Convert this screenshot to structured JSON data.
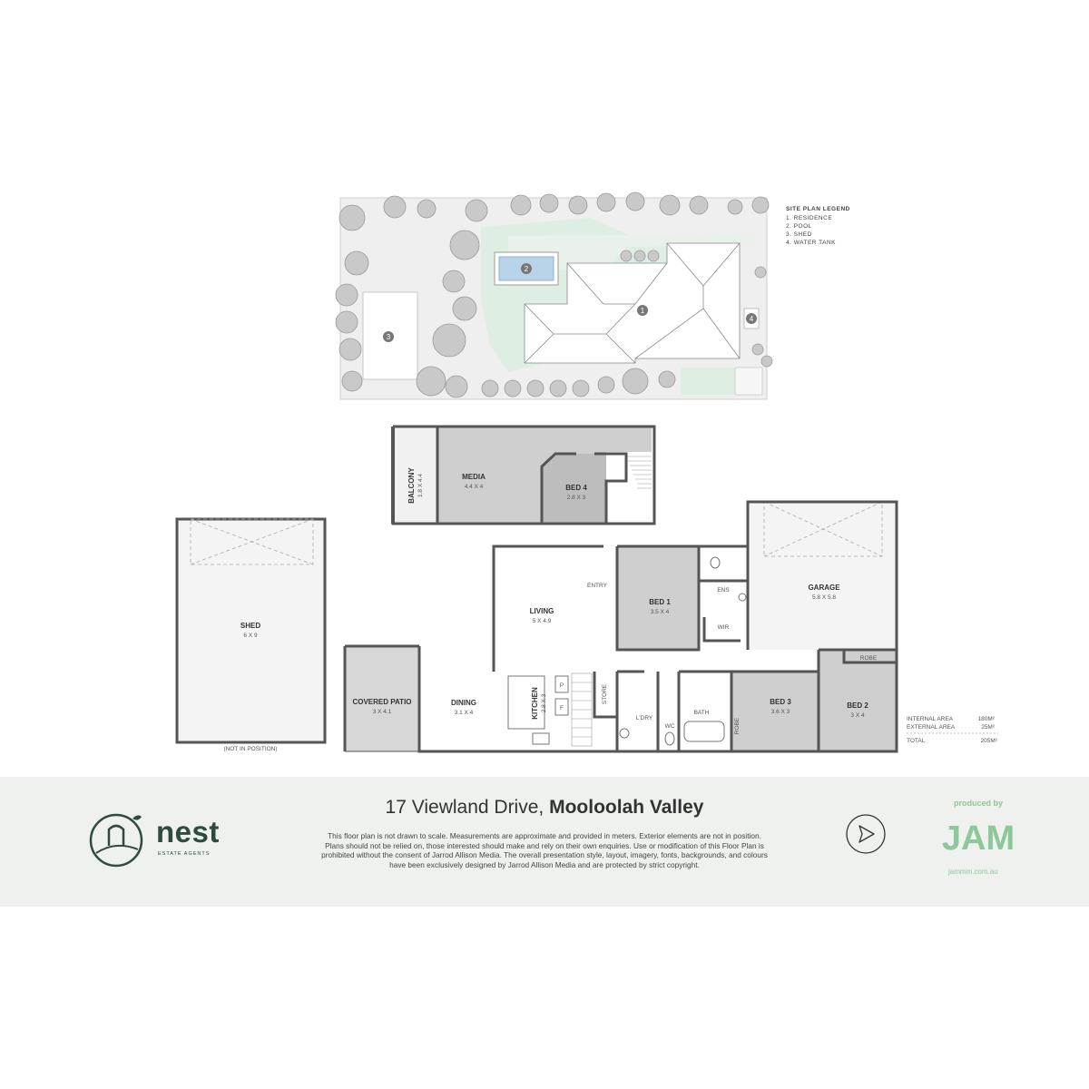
{
  "legend": {
    "title": "SITE PLAN LEGEND",
    "items": [
      "1. RESIDENCE",
      "2. POOL",
      "3. SHED",
      "4. WATER TANK"
    ]
  },
  "site_markers": [
    "1",
    "2",
    "3",
    "4"
  ],
  "rooms": {
    "balcony": {
      "name": "BALCONY",
      "dim": "1.8 X 4.4"
    },
    "media": {
      "name": "MEDIA",
      "dim": "4.4 X 4"
    },
    "bed4": {
      "name": "BED 4",
      "dim": "2.8 X 3"
    },
    "shed": {
      "name": "SHED",
      "dim": "6 X 9"
    },
    "living": {
      "name": "LIVING",
      "dim": "5 X 4.9"
    },
    "entry": {
      "name": "ENTRY"
    },
    "bed1": {
      "name": "BED 1",
      "dim": "3.5 X 4"
    },
    "ens": {
      "name": "ENS"
    },
    "wir": {
      "name": "WIR"
    },
    "garage": {
      "name": "GARAGE",
      "dim": "5.8 X 5.8"
    },
    "covered_patio": {
      "name": "COVERED PATIO",
      "dim": "3 X 4.1"
    },
    "dining": {
      "name": "DINING",
      "dim": "3.1 X 4"
    },
    "kitchen": {
      "name": "KITCHEN",
      "dim": "2.8 X 3"
    },
    "p": {
      "name": "P"
    },
    "f": {
      "name": "F"
    },
    "store": {
      "name": "STORE"
    },
    "ldry": {
      "name": "L'DRY"
    },
    "wc": {
      "name": "WC"
    },
    "bath": {
      "name": "BATH"
    },
    "robe3": {
      "name": "ROBE"
    },
    "bed3": {
      "name": "BED 3",
      "dim": "3.6 X 3"
    },
    "robe2": {
      "name": "ROBE"
    },
    "bed2": {
      "name": "BED 2",
      "dim": "3 X 4"
    }
  },
  "shed_note": "(NOT IN POSITION)",
  "areas": {
    "internal_label": "INTERNAL AREA",
    "internal_value": "180M²",
    "external_label": "EXTERNAL AREA",
    "external_value": "25M²",
    "total_label": "TOTAL",
    "total_value": "205M²"
  },
  "footer": {
    "address_street": "17 Viewland Drive,",
    "address_suburb": "Mooloolah Valley",
    "disclaimer": "This floor plan is not drawn to scale. Measurements are approximate and provided in meters. Exterior elements are not in position. Plans should not be relied on, those interested should make and rely on their own enquiries. Use or modification of this Floor Plan is prohibited without the consent of Jarrod Allison Media. The overall presentation style, layout, imagery, fonts, backgrounds, and colours have been exclusively designed by Jarrod Allison Media and are protected by strict copyright.",
    "brand_name": "nest",
    "brand_sub": "ESTATE AGENTS",
    "produced_by": "produced by",
    "jam_letters": "JAM",
    "jam_url": "jammm.com.au"
  },
  "colors": {
    "wall": "#555555",
    "room_grey": "#cfcfcf",
    "garden_green": "#dfeee2",
    "brand_green": "#2f4b3b",
    "jam_green": "#8fc79c",
    "footer_bg": "#eef1ee"
  }
}
